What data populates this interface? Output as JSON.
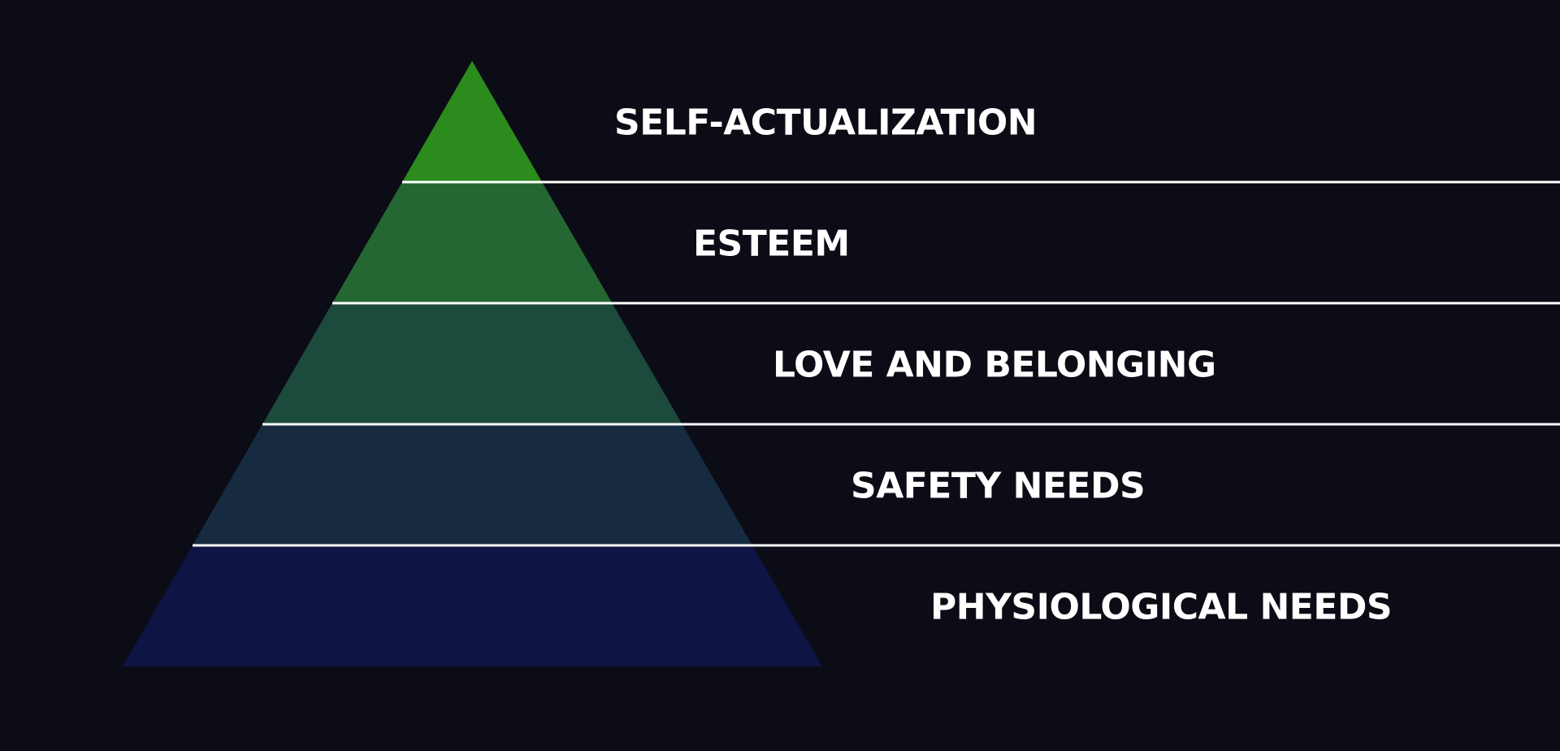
{
  "diagram": {
    "type": "pyramid",
    "levels": [
      {
        "label": "SELF-ACTUALIZATION",
        "color": "#2b8b1c"
      },
      {
        "label": "ESTEEM",
        "color": "#256732"
      },
      {
        "label": "LOVE AND BELONGING",
        "color": "#1c4a3d"
      },
      {
        "label": "SAFETY NEEDS",
        "color": "#162b40"
      },
      {
        "label": "PHYSIOLOGICAL NEEDS",
        "color": "#0e1545"
      }
    ],
    "background_color": "#0b0c16",
    "divider_color": "#ffffff",
    "label_color": "#ffffff"
  }
}
